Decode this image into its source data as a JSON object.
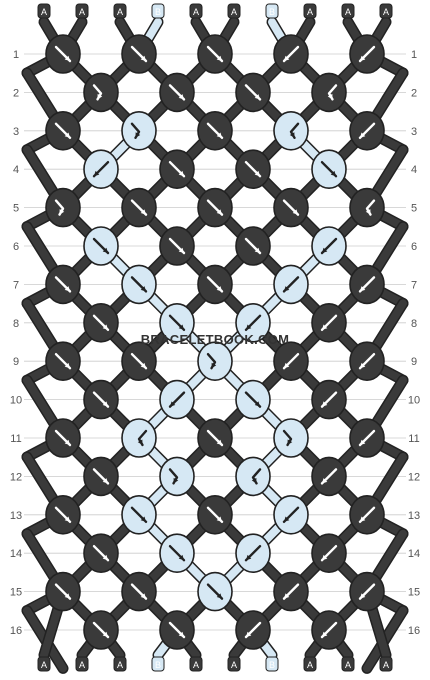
{
  "title": "BRACELETBOOK.COM",
  "colors": {
    "A": "#3a3a3a",
    "B": "#d6e8f4",
    "outline": "#222222",
    "arrow_on_dark": "#ffffff",
    "arrow_on_light": "#222222",
    "row_line": "#cccccc"
  },
  "top_strands": [
    "A",
    "A",
    "A",
    "B",
    "A",
    "A",
    "B",
    "A",
    "A",
    "A"
  ],
  "bottom_strands": [
    "A",
    "A",
    "A",
    "B",
    "A",
    "A",
    "B",
    "A",
    "A",
    "A"
  ],
  "row_labels": [
    "1",
    "2",
    "3",
    "4",
    "5",
    "6",
    "7",
    "8",
    "9",
    "10",
    "11",
    "12",
    "13",
    "14",
    "15",
    "16"
  ],
  "knot_rows": [
    {
      "row": 1,
      "knots": [
        [
          "A",
          "f"
        ],
        [
          "A",
          "f"
        ],
        [
          "A",
          "f"
        ],
        [
          "A",
          "b"
        ],
        [
          "A",
          "b"
        ]
      ]
    },
    {
      "row": 2,
      "knots": [
        [
          "A",
          "fb"
        ],
        [
          "A",
          "f"
        ],
        [
          "A",
          "f"
        ],
        [
          "A",
          "bf"
        ]
      ]
    },
    {
      "row": 3,
      "knots": [
        [
          "A",
          "f"
        ],
        [
          "B",
          "fb"
        ],
        [
          "A",
          "f"
        ],
        [
          "B",
          "bf"
        ],
        [
          "A",
          "b"
        ]
      ]
    },
    {
      "row": 4,
      "knots": [
        [
          "B",
          "b"
        ],
        [
          "A",
          "f"
        ],
        [
          "A",
          "f"
        ],
        [
          "B",
          "f"
        ]
      ]
    },
    {
      "row": 5,
      "knots": [
        [
          "A",
          "fb"
        ],
        [
          "A",
          "f"
        ],
        [
          "A",
          "f"
        ],
        [
          "A",
          "f"
        ],
        [
          "A",
          "bf"
        ]
      ]
    },
    {
      "row": 6,
      "knots": [
        [
          "B",
          "f"
        ],
        [
          "A",
          "f"
        ],
        [
          "A",
          "f"
        ],
        [
          "B",
          "b"
        ]
      ]
    },
    {
      "row": 7,
      "knots": [
        [
          "A",
          "f"
        ],
        [
          "B",
          "f"
        ],
        [
          "A",
          "f"
        ],
        [
          "B",
          "b"
        ],
        [
          "A",
          "b"
        ]
      ]
    },
    {
      "row": 8,
      "knots": [
        [
          "A",
          "f"
        ],
        [
          "B",
          "f"
        ],
        [
          "B",
          "b"
        ],
        [
          "A",
          "b"
        ]
      ]
    },
    {
      "row": 9,
      "knots": [
        [
          "A",
          "f"
        ],
        [
          "A",
          "f"
        ],
        [
          "B",
          "fb"
        ],
        [
          "A",
          "b"
        ],
        [
          "A",
          "b"
        ]
      ]
    },
    {
      "row": 10,
      "knots": [
        [
          "A",
          "f"
        ],
        [
          "B",
          "b"
        ],
        [
          "B",
          "f"
        ],
        [
          "A",
          "b"
        ]
      ]
    },
    {
      "row": 11,
      "knots": [
        [
          "A",
          "f"
        ],
        [
          "B",
          "bf"
        ],
        [
          "A",
          "f"
        ],
        [
          "B",
          "fb"
        ],
        [
          "A",
          "b"
        ]
      ]
    },
    {
      "row": 12,
      "knots": [
        [
          "A",
          "f"
        ],
        [
          "B",
          "fb"
        ],
        [
          "B",
          "bf"
        ],
        [
          "A",
          "b"
        ]
      ]
    },
    {
      "row": 13,
      "knots": [
        [
          "A",
          "f"
        ],
        [
          "B",
          "f"
        ],
        [
          "A",
          "f"
        ],
        [
          "B",
          "b"
        ],
        [
          "A",
          "b"
        ]
      ]
    },
    {
      "row": 14,
      "knots": [
        [
          "A",
          "f"
        ],
        [
          "B",
          "f"
        ],
        [
          "B",
          "b"
        ],
        [
          "A",
          "b"
        ]
      ]
    },
    {
      "row": 15,
      "knots": [
        [
          "A",
          "f"
        ],
        [
          "A",
          "f"
        ],
        [
          "B",
          "f"
        ],
        [
          "A",
          "b"
        ],
        [
          "A",
          "b"
        ]
      ]
    },
    {
      "row": 16,
      "knots": [
        [
          "A",
          "f"
        ],
        [
          "A",
          "f"
        ],
        [
          "A",
          "b"
        ],
        [
          "A",
          "b"
        ]
      ]
    }
  ]
}
